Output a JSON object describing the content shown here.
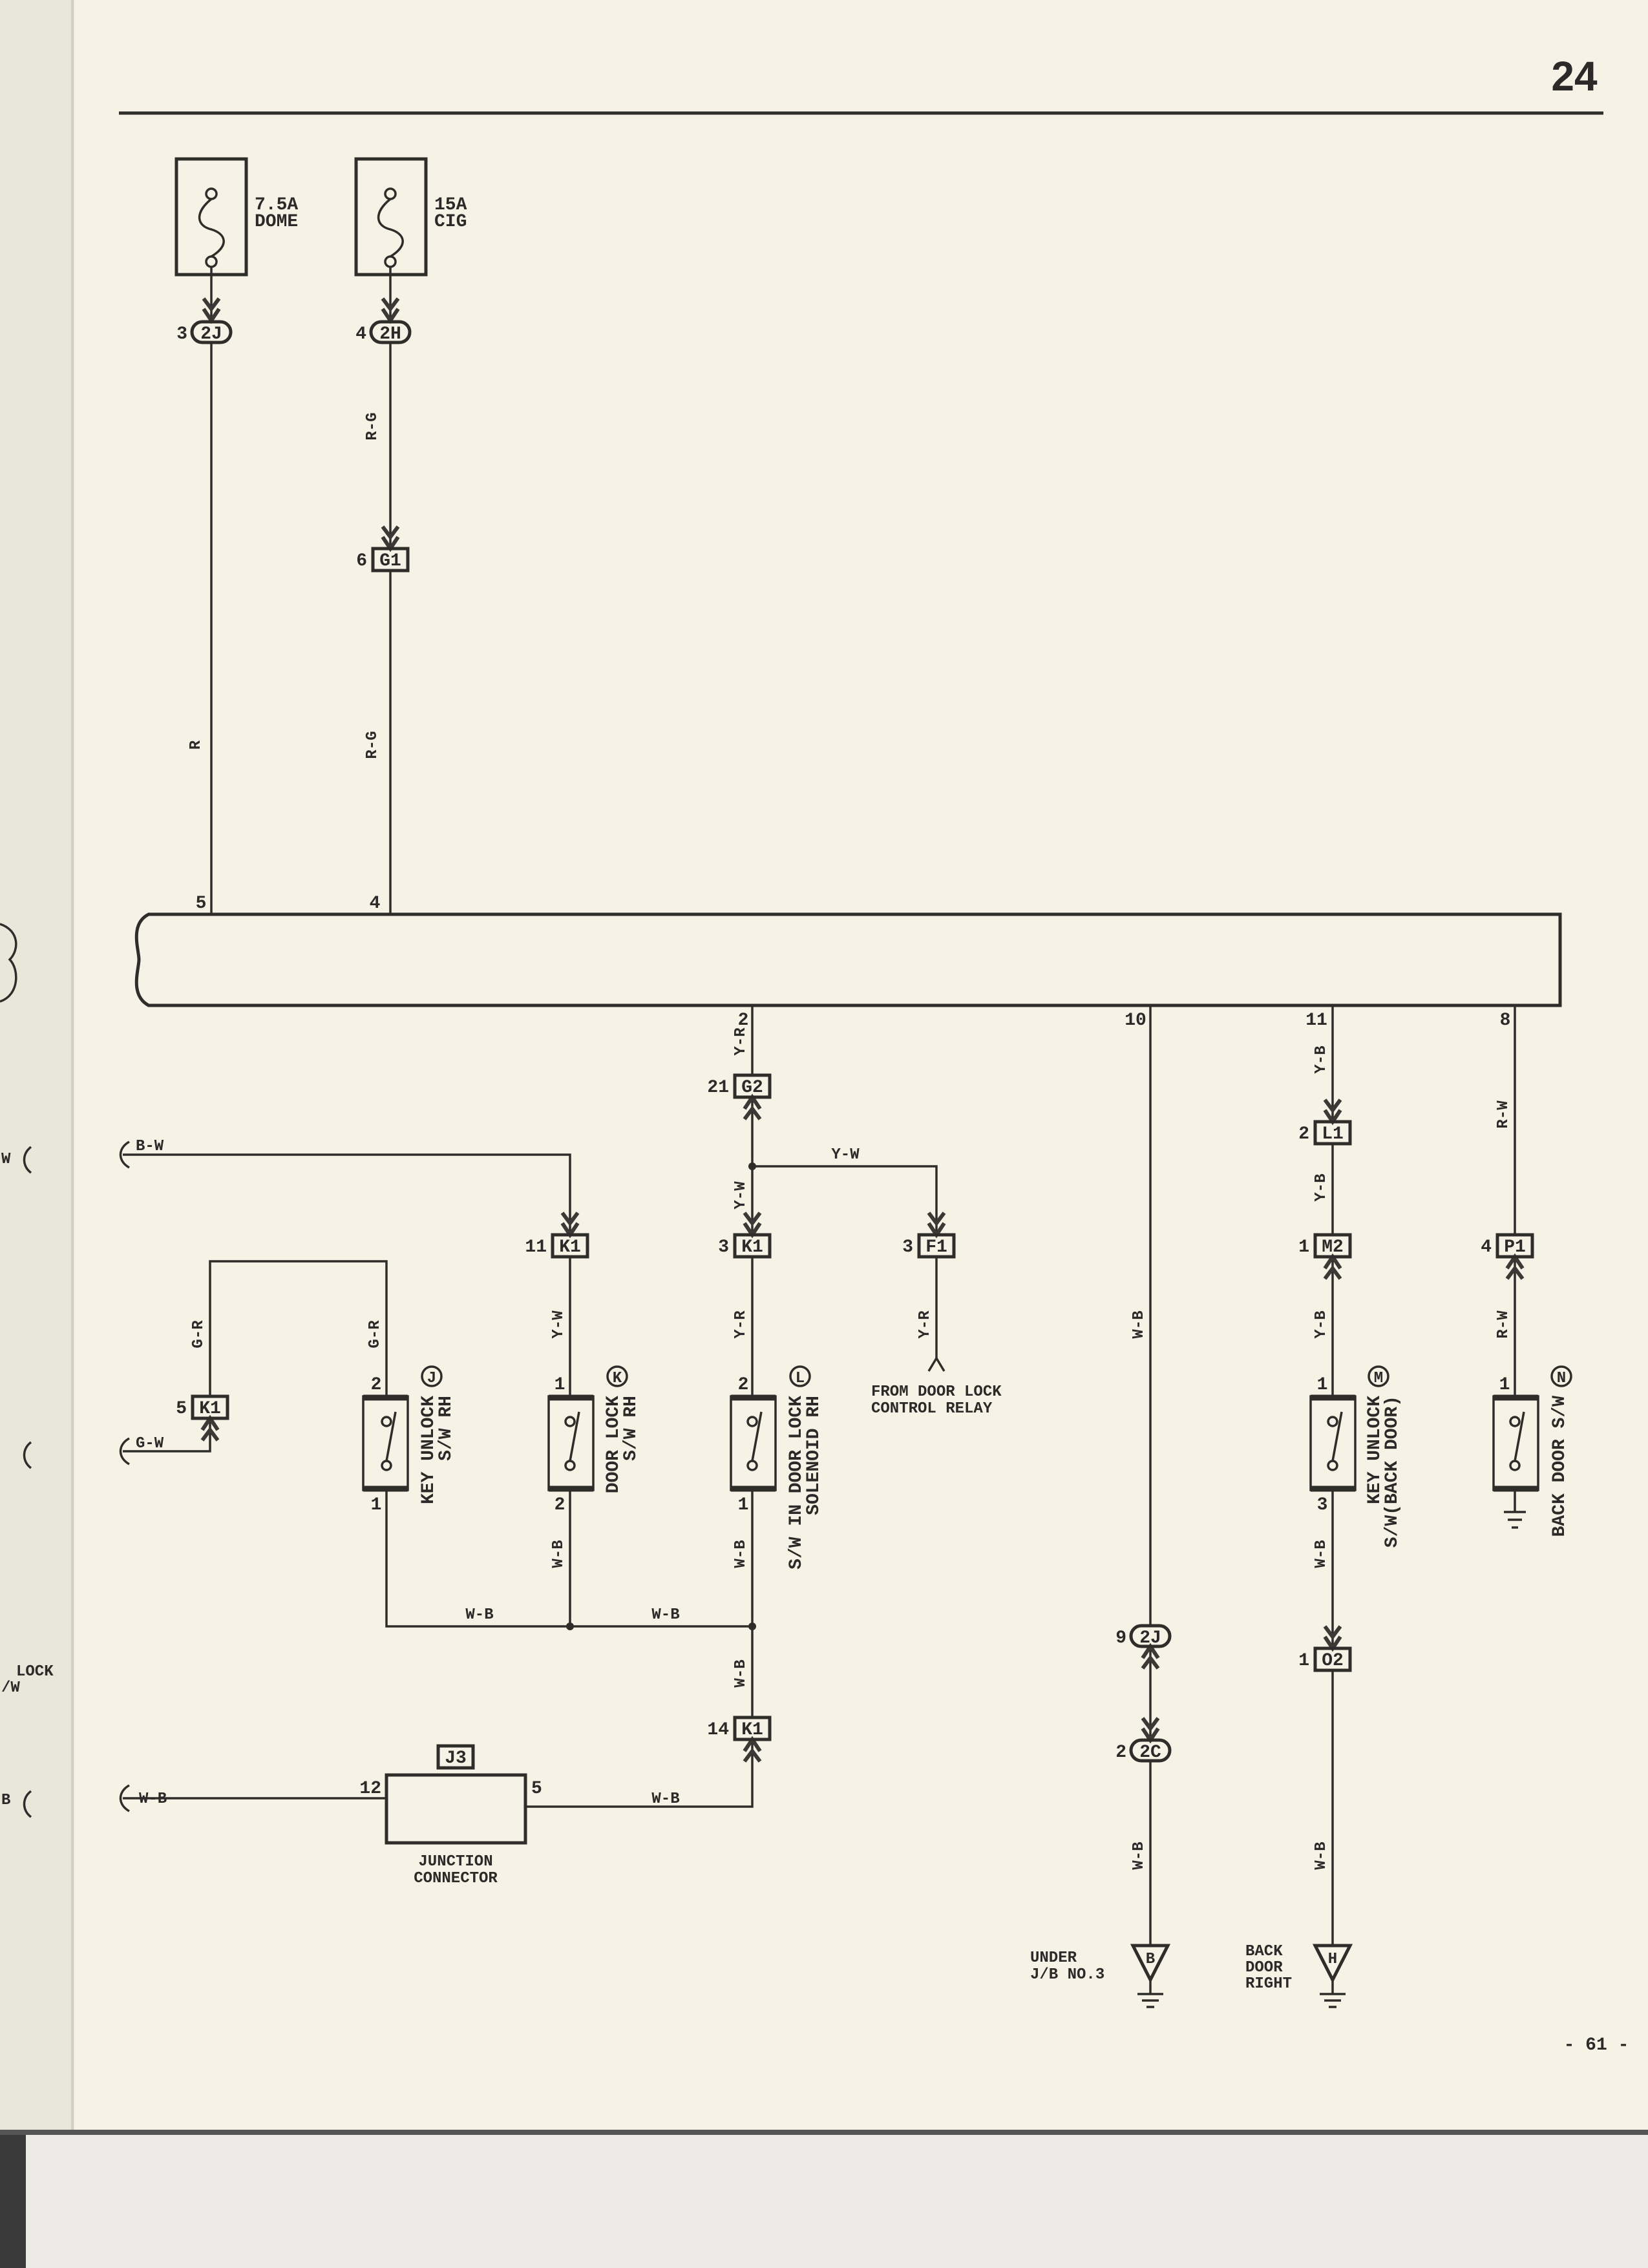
{
  "header": {
    "section_number": "24"
  },
  "footer": {
    "page_number": "- 61 -"
  },
  "fuses": [
    {
      "rating": "7.5A",
      "name": "DOME",
      "pin": "3",
      "connector": "2J"
    },
    {
      "rating": "15A",
      "name": "CIG",
      "pin": "4",
      "connector": "2H"
    }
  ],
  "connectors": {
    "g1": {
      "pin": "6",
      "id": "G1"
    },
    "g2": {
      "pin": "21",
      "id": "G2"
    },
    "k1_11": {
      "pin": "11",
      "id": "K1"
    },
    "k1_3": {
      "pin": "3",
      "id": "K1"
    },
    "f1": {
      "pin": "3",
      "id": "F1"
    },
    "k1_5": {
      "pin": "5",
      "id": "K1"
    },
    "k1_14": {
      "pin": "14",
      "id": "K1"
    },
    "l1": {
      "pin": "2",
      "id": "L1"
    },
    "m2": {
      "pin": "1",
      "id": "M2"
    },
    "o2": {
      "pin": "1",
      "id": "O2"
    },
    "p1": {
      "pin": "4",
      "id": "P1"
    },
    "c2j": {
      "pin": "9",
      "id": "2J"
    },
    "c2c": {
      "pin": "2",
      "id": "2C"
    }
  },
  "block_pins": {
    "top": [
      "5",
      "4"
    ],
    "bottom": [
      "2",
      "10",
      "11",
      "8"
    ]
  },
  "wire_labels": [
    "R-G",
    "R",
    "R-G",
    "Y-R",
    "Y-W",
    "Y-W",
    "B-W",
    "Y-W",
    "Y-R",
    "Y-R",
    "G-R",
    "G-R",
    "G-W",
    "W-B",
    "W-B",
    "W-B",
    "W-B",
    "W-B",
    "W-B",
    "W-B",
    "W-B",
    "W-B",
    "Y-B",
    "Y-B",
    "Y-B",
    "W-B",
    "W-B",
    "R-W",
    "R-W"
  ],
  "switches": {
    "j": {
      "letter": "J",
      "line1": "KEY UNLOCK",
      "line2": "S/W RH",
      "pin_top": "2",
      "pin_bottom": "1"
    },
    "k": {
      "letter": "K",
      "line1": "DOOR LOCK",
      "line2": "S/W RH",
      "pin_top": "1",
      "pin_bottom": "2"
    },
    "l": {
      "letter": "L",
      "line1": "S/W IN DOOR LOCK",
      "line2": "SOLENOID RH",
      "pin_top": "2",
      "pin_bottom": "1"
    },
    "m": {
      "letter": "M",
      "line1": "KEY UNLOCK",
      "line2": "S/W(BACK DOOR)",
      "pin_top": "1",
      "pin_bottom": "3"
    },
    "n": {
      "letter": "N",
      "line1": "BACK DOOR S/W",
      "pin_top": "1"
    }
  },
  "relay_note": [
    "FROM DOOR LOCK",
    "CONTROL RELAY"
  ],
  "junction_connector": {
    "id": "J3",
    "label": [
      "JUNCTION",
      "CONNECTOR"
    ],
    "pin_in": "12",
    "pin_out": "5"
  },
  "grounds": {
    "b": {
      "letter": "B",
      "label": [
        "UNDER",
        "J/B NO.3"
      ]
    },
    "h": {
      "letter": "H",
      "label": [
        "BACK",
        "DOOR",
        "RIGHT"
      ]
    }
  },
  "margin_fragments": [
    "W",
    "LOCK",
    "/W",
    "B"
  ]
}
